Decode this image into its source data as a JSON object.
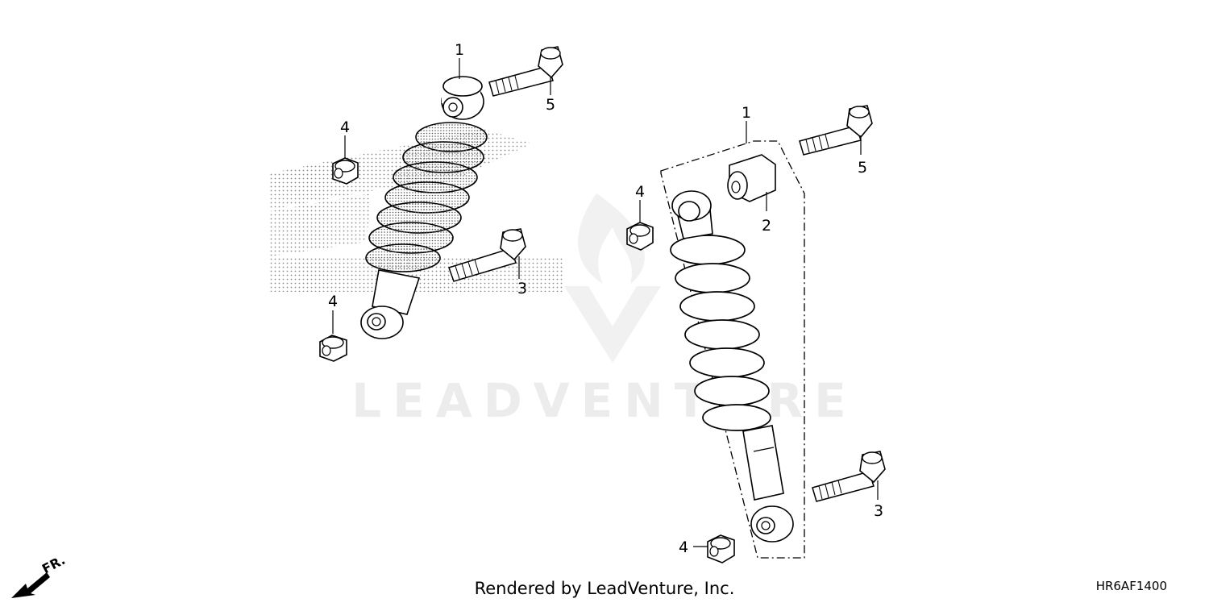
{
  "watermark": "LEADVENTURE",
  "footer": "Rendered by LeadVenture, Inc.",
  "diagram_code": "HR6AF1400",
  "direction_label": "FR.",
  "callouts": {
    "left_shock_absorber": "1",
    "right_shock_absorber": "1",
    "right_bushing": "2",
    "left_bolt_lower": "3",
    "right_bolt_lower": "3",
    "left_nut_upper": "4",
    "left_nut_lower": "4",
    "right_nut_upper": "4",
    "right_nut_lower": "4",
    "left_bolt_upper": "5",
    "right_bolt_upper": "5"
  },
  "icons": {
    "direction": "front-arrow-icon"
  }
}
